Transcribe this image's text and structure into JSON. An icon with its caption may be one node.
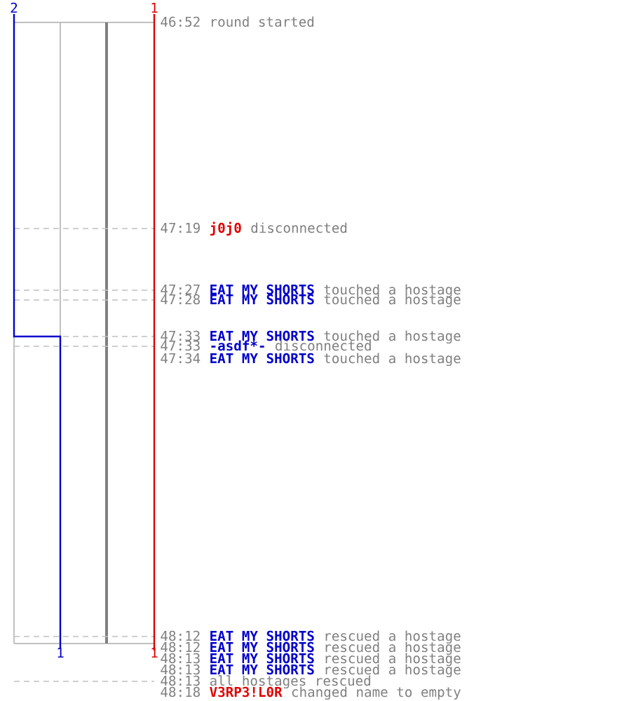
{
  "diagram": {
    "labels": [
      "2",
      "1",
      "46:52",
      "round started",
      "47:19",
      "j0j0",
      "disconnected",
      "47:27",
      "EAT MY SHORTS",
      "touched a hostage",
      "47:28",
      "EAT MY SHORTS",
      "touched a hostage",
      "47:33",
      "EAT MY SHORTS",
      "touched a hostage",
      "47:33",
      "-asdf*-",
      "disconnected",
      "47:34",
      "EAT MY SHORTS",
      "touched a hostage",
      "48:12",
      "EAT MY SHORTS",
      "rescued a hostage",
      "1",
      "1",
      "48:12",
      "EAT MY SHORTS",
      "rescued a hostage",
      "48:13",
      "EAT MY SHORTS",
      "rescued a hostage",
      "48:13",
      "EAT MY SHORTS",
      "rescued a hostage",
      "48:13",
      "all hostages rescued",
      "48:18",
      "V3RP3!L0R",
      "changed name to empty"
    ]
  }
}
